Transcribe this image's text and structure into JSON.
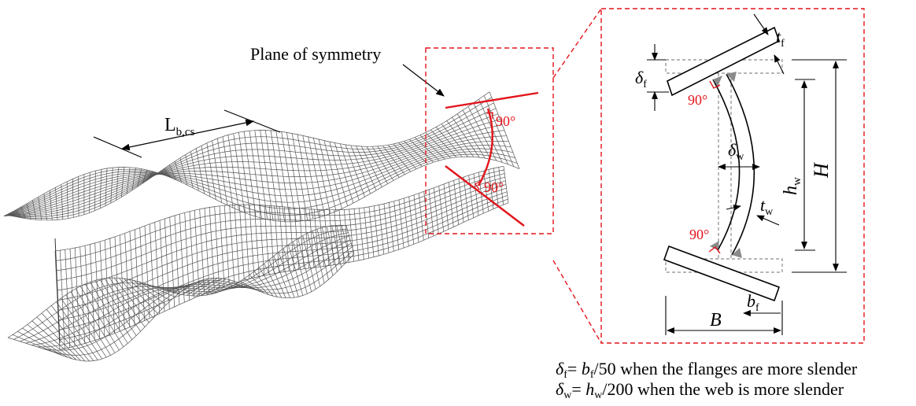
{
  "left_panel": {
    "plane_label": "Plane of symmetry",
    "length_label": {
      "main": "L",
      "sub": "b,cs"
    },
    "angle_top": "90°",
    "angle_bottom": "90°"
  },
  "detail_panel": {
    "t_f": {
      "main": "t",
      "sub": "f"
    },
    "delta_f": {
      "main": "δ",
      "sub": "f"
    },
    "delta_w": {
      "main": "δ",
      "sub": "w"
    },
    "t_w": {
      "main": "t",
      "sub": "w"
    },
    "h_w": {
      "main": "h",
      "sub": "w"
    },
    "H": "H",
    "angle_top": "90°",
    "angle_bottom": "90°",
    "b_f": {
      "main": "b",
      "sub": "f"
    },
    "B": "B"
  },
  "notes": {
    "line1": {
      "lhs_main": "δ",
      "lhs_sub": "f",
      "eq": "= ",
      "rhs_main": "b",
      "rhs_sub": "f",
      "tail": "/50 when the flanges are more slender"
    },
    "line2": {
      "lhs_main": "δ",
      "lhs_sub": "w",
      "eq": "= ",
      "rhs_main": "h",
      "rhs_sub": "w",
      "tail": "/200 when the web is more slender"
    }
  },
  "colors": {
    "accent": "#e3141b",
    "mesh": "#555555",
    "ink": "#000000"
  }
}
